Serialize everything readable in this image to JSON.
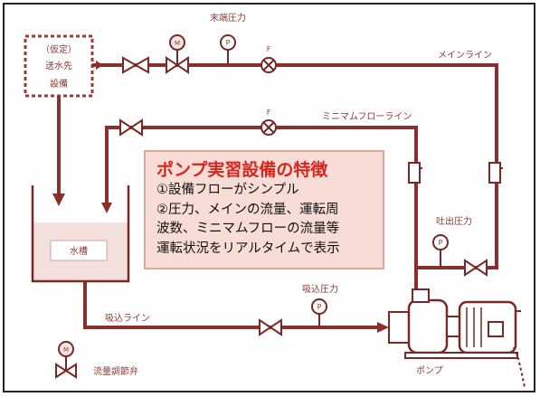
{
  "diagram": {
    "labels": {
      "destination_line1": "（仮定）",
      "destination_line2": "送水先",
      "destination_line3": "設備",
      "end_pressure": "末端圧力",
      "main_line": "メインライン",
      "minimum_flow_line": "ミニマムフローライン",
      "discharge_pressure": "吐出圧力",
      "tank": "水槽",
      "suction_pressure": "吸込圧力",
      "suction_line": "吸込ライン",
      "pump": "ポンプ",
      "flow_control_valve": "流量調節弁",
      "gauge_symbol": "P",
      "flowmeter_symbol": "F",
      "motor_symbol": "M"
    },
    "callout": {
      "title": "ポンプ実習設備の特徴",
      "line1": "①設備フローがシンプル",
      "line2": "②圧力、メインの流量、運転周",
      "line3": "波数、ミニマムフローの流量等",
      "line4": "運転状況をリアルタイムで表示"
    }
  }
}
